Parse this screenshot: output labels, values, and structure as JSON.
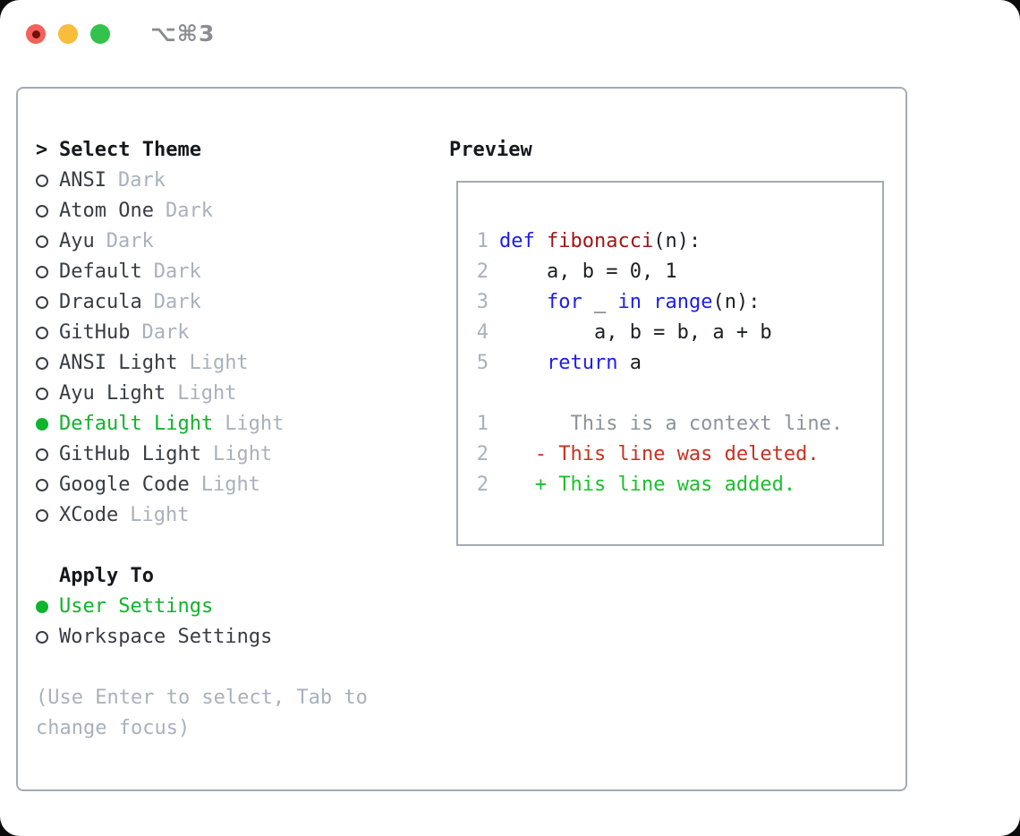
{
  "titlebar": {
    "shortcut": "⌥⌘3",
    "traffic_lights": [
      {
        "name": "close",
        "color": "#f4605a"
      },
      {
        "name": "minimize",
        "color": "#f7bd3b"
      },
      {
        "name": "maximize",
        "color": "#33c24b"
      }
    ]
  },
  "colors": {
    "window_border": "#a4abb4",
    "accent_green": "#0fb32c",
    "keyword_blue": "#1c1cf0",
    "function_red": "#a31414",
    "deleted_red": "#c9311f",
    "added_green": "#19c12c",
    "muted_gray": "#a9b1bd",
    "context_gray": "#8d939b"
  },
  "theme_list": {
    "title_prefix": ">",
    "title": "Select Theme",
    "items": [
      {
        "name": "ANSI",
        "variant": "Dark",
        "selected": false
      },
      {
        "name": "Atom One",
        "variant": "Dark",
        "selected": false
      },
      {
        "name": "Ayu",
        "variant": "Dark",
        "selected": false
      },
      {
        "name": "Default",
        "variant": "Dark",
        "selected": false
      },
      {
        "name": "Dracula",
        "variant": "Dark",
        "selected": false
      },
      {
        "name": "GitHub",
        "variant": "Dark",
        "selected": false
      },
      {
        "name": "ANSI Light",
        "variant": "Light",
        "selected": false
      },
      {
        "name": "Ayu Light",
        "variant": "Light",
        "selected": false
      },
      {
        "name": "Default Light",
        "variant": "Light",
        "selected": true
      },
      {
        "name": "GitHub Light",
        "variant": "Light",
        "selected": false
      },
      {
        "name": "Google Code",
        "variant": "Light",
        "selected": false
      },
      {
        "name": "XCode",
        "variant": "Light",
        "selected": false
      }
    ]
  },
  "apply_to": {
    "title": "Apply To",
    "options": [
      {
        "label": "User Settings",
        "selected": true
      },
      {
        "label": "Workspace Settings",
        "selected": false
      }
    ]
  },
  "help_text": "(Use Enter to select, Tab to change focus)",
  "preview": {
    "title": "Preview",
    "code_lines": [
      {
        "num": "1",
        "segments": [
          {
            "text": "def",
            "style": "kw"
          },
          {
            "text": " ",
            "style": "plain"
          },
          {
            "text": "fibonacci",
            "style": "fn"
          },
          {
            "text": "(n):",
            "style": "plain"
          }
        ]
      },
      {
        "num": "2",
        "segments": [
          {
            "text": "    a, b = 0, 1",
            "style": "plain"
          }
        ]
      },
      {
        "num": "3",
        "segments": [
          {
            "text": "    ",
            "style": "plain"
          },
          {
            "text": "for",
            "style": "kw"
          },
          {
            "text": " _ ",
            "style": "plain"
          },
          {
            "text": "in",
            "style": "kw"
          },
          {
            "text": " ",
            "style": "plain"
          },
          {
            "text": "range",
            "style": "kw"
          },
          {
            "text": "(n):",
            "style": "plain"
          }
        ]
      },
      {
        "num": "4",
        "segments": [
          {
            "text": "        a, b = b, a + b",
            "style": "plain"
          }
        ]
      },
      {
        "num": "5",
        "segments": [
          {
            "text": "    ",
            "style": "plain"
          },
          {
            "text": "return",
            "style": "kw"
          },
          {
            "text": " a",
            "style": "plain"
          }
        ]
      }
    ],
    "diff_lines": [
      {
        "num": "1",
        "segments": [
          {
            "text": "      This is a context line.",
            "style": "ctx"
          }
        ]
      },
      {
        "num": "2",
        "segments": [
          {
            "text": "   ",
            "style": "plain"
          },
          {
            "text": "- This line was deleted.",
            "style": "del"
          }
        ]
      },
      {
        "num": "2",
        "segments": [
          {
            "text": "   ",
            "style": "plain"
          },
          {
            "text": "+ This line was added.",
            "style": "add"
          }
        ]
      }
    ]
  }
}
